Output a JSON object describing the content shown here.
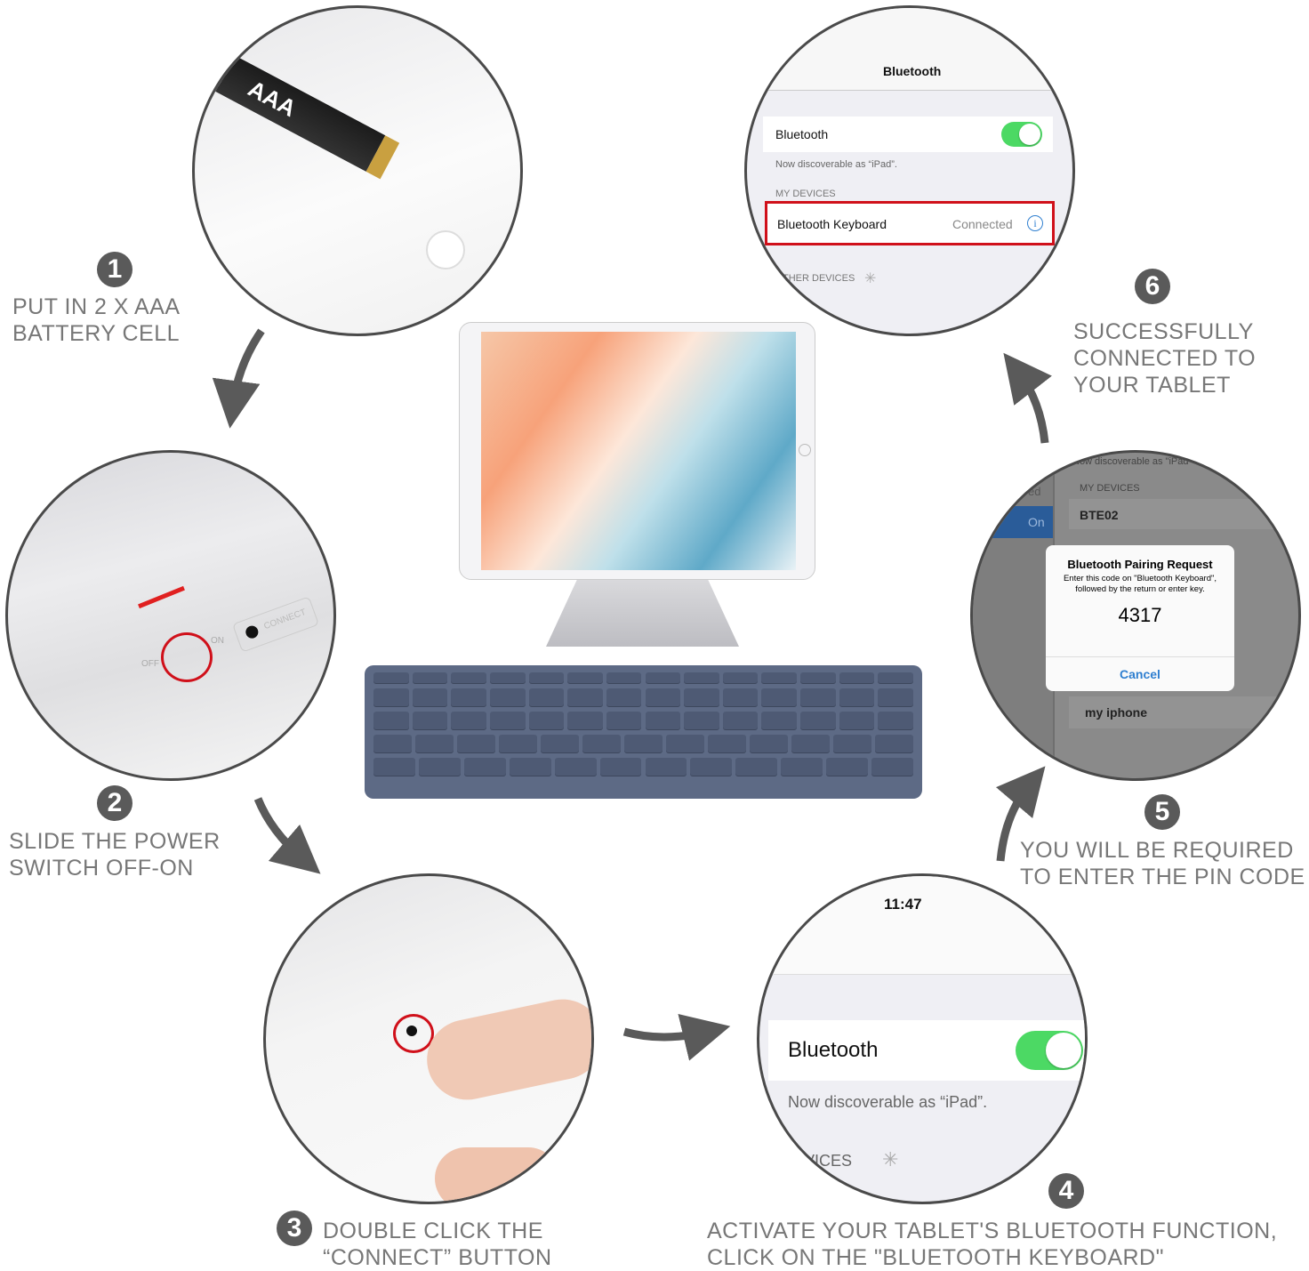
{
  "steps": [
    {
      "number": "1",
      "text": [
        "PUT IN 2 X AAA",
        "BATTERY CELL"
      ]
    },
    {
      "number": "2",
      "text": [
        "SLIDE THE POWER",
        "SWITCH OFF-ON"
      ]
    },
    {
      "number": "3",
      "text": [
        "DOUBLE CLICK THE",
        "“CONNECT” BUTTON"
      ]
    },
    {
      "number": "4",
      "text": [
        "ACTIVATE YOUR TABLET'S BLUETOOTH FUNCTION,",
        "CLICK ON THE \"BLUETOOTH KEYBOARD\""
      ]
    },
    {
      "number": "5",
      "text": [
        "YOU WILL BE REQUIRED",
        "TO ENTER THE PIN CODE"
      ]
    },
    {
      "number": "6",
      "text": [
        "SUCCESSFULLY",
        "CONNECTED TO",
        "YOUR TABLET"
      ]
    }
  ],
  "step1_photo": {
    "battery_label": "AAA"
  },
  "step2_photo": {
    "off_label": "OFF",
    "on_label": "ON",
    "connect_label": "CONNECT"
  },
  "step4_screen": {
    "time": "11:47",
    "bluetooth_label": "Bluetooth",
    "bluetooth_on": true,
    "discoverable": "Now discoverable as “iPad”.",
    "section": "VICES"
  },
  "step5_screen": {
    "discoverable": "Now discoverable as \"iPad\"",
    "sidebar_partial": "ed",
    "sidebar_on": "On",
    "my_devices": "MY DEVICES",
    "device1": "BTE02",
    "device2": "my iphone",
    "dialog_title": "Bluetooth Pairing Request",
    "dialog_body": "Enter this code on \"Bluetooth Keyboard\", followed by the return or enter key.",
    "pin": "4317",
    "cancel": "Cancel"
  },
  "step6_screen": {
    "title": "Bluetooth",
    "bluetooth_label": "Bluetooth",
    "bluetooth_on": true,
    "discoverable": "Now discoverable as “iPad”.",
    "my_devices": "MY DEVICES",
    "device": "Bluetooth Keyboard",
    "status": "Connected",
    "other_devices": "THER DEVICES"
  },
  "colors": {
    "toggle_on": "#4cd964",
    "highlight": "#d0101a",
    "text_gray": "#777777",
    "ios_blue": "#2f7fd0",
    "keyboard": "#5d6a85"
  }
}
